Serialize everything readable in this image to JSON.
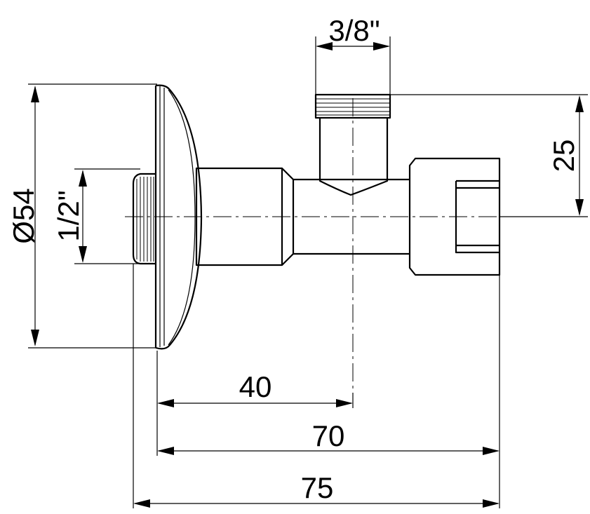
{
  "dimensions": {
    "flange_diameter": "Ø54",
    "inlet_thread": "1/2\"",
    "outlet_thread": "3/8\"",
    "outlet_height": "25",
    "to_outlet_axis": "40",
    "body_length": "70",
    "overall_length": "75"
  }
}
